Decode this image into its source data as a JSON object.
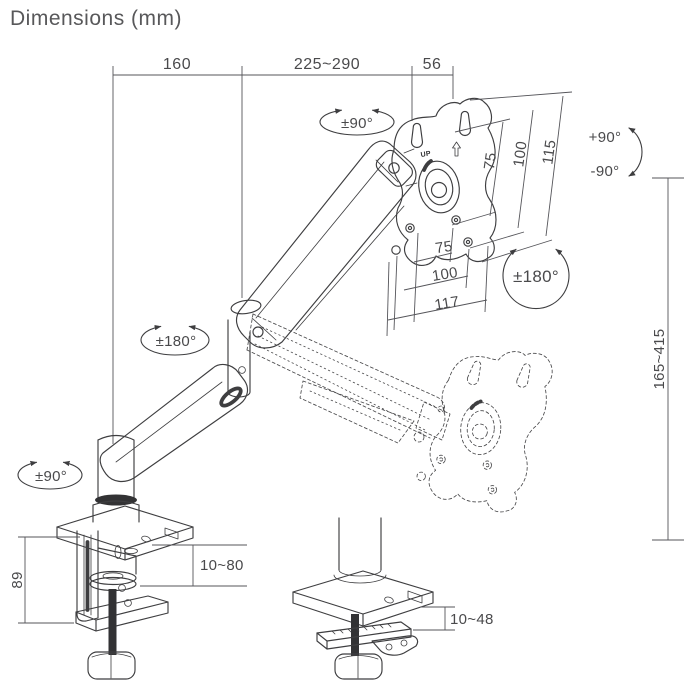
{
  "title": "Dimensions (mm)",
  "colors": {
    "background": "#ffffff",
    "line": "#3e3e40",
    "dimension_text": "#4a4a4c",
    "title_text": "#58585a"
  },
  "dimensions": {
    "arm_rear_reach": "160",
    "arm_front_reach": "225~290",
    "head_depth": "56",
    "vesa_side": {
      "inner": "75",
      "outer": "100",
      "plate": "115"
    },
    "vesa_bottom": {
      "inner": "75",
      "outer": "100",
      "plate": "117"
    },
    "height_range": "165~415",
    "clamp_body_height": "89",
    "clamp_desk_range": "10~80",
    "grommet_desk_range": "10~48"
  },
  "rotations": {
    "head_swivel": "±90°",
    "tilt_up": "+90°",
    "tilt_down": "-90°",
    "vesa_rotation": "±180°",
    "elbow_swivel": "±180°",
    "base_swivel": "±90°"
  },
  "labels": {
    "vesa_up": "UP"
  }
}
